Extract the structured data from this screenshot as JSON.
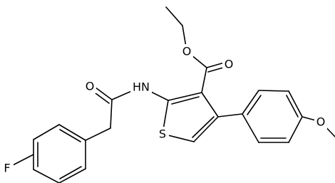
{
  "atoms": {
    "ester_carbonyl_oxygen": "O",
    "ester_oxygen": "O",
    "amide_nitrogen": "HN",
    "amide_oxygen": "O",
    "thiophene_sulfur": "S",
    "fluorine": "F",
    "methoxy_oxygen": "O"
  },
  "colors": {
    "bonds": "#000000",
    "labels": "#000000",
    "background": "#ffffff"
  }
}
